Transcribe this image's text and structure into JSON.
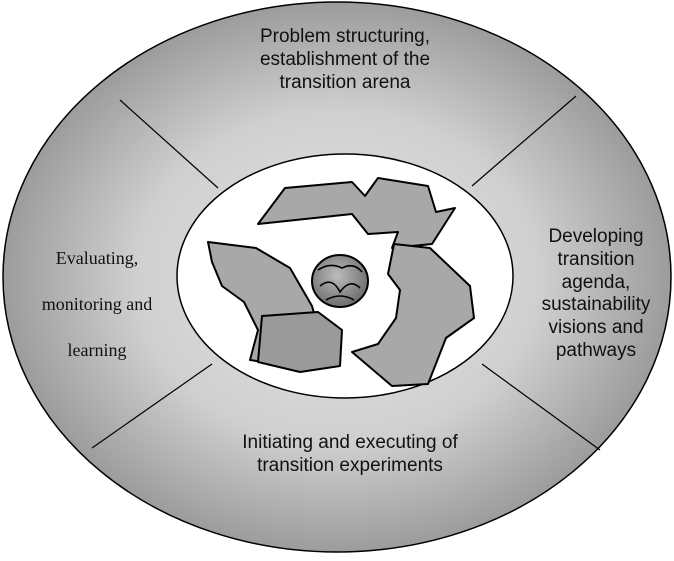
{
  "phases": {
    "top": [
      "Problem structuring,",
      "establishment of the",
      "transition arena"
    ],
    "right": [
      "Developing",
      "transition",
      "agenda,",
      "sustainability",
      "visions and",
      "pathways"
    ],
    "left": [
      "Evaluating,",
      "monitoring and",
      "learning"
    ],
    "bottom": [
      "Initiating and executing of",
      "transition experiments"
    ]
  },
  "colors": {
    "ring_light": "#d8d8d8",
    "ring_dark": "#8a8a8a",
    "arrow_fill": "#a9a9a9",
    "outline": "#000000",
    "center_fill": "#ffffff"
  },
  "center_icon": "recycle-arrows-globe-icon"
}
